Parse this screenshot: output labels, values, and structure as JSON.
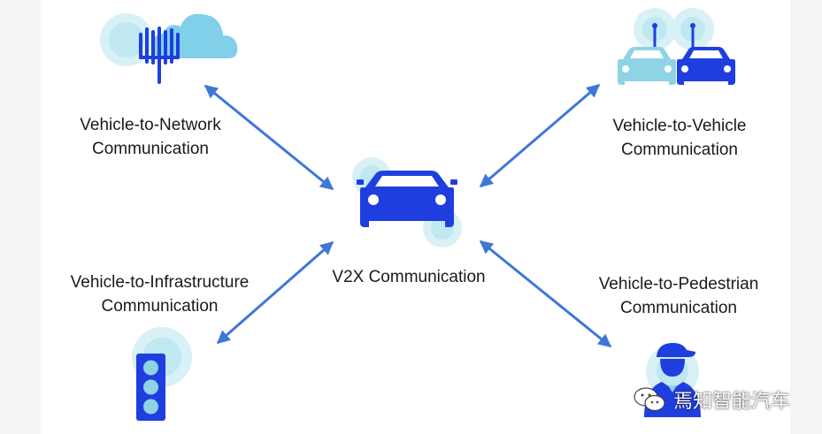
{
  "labels": {
    "v2n": [
      "Vehicle-to-Network",
      "Communication"
    ],
    "v2v": [
      "Vehicle-to-Vehicle",
      "Communication"
    ],
    "v2i": [
      "Vehicle-to-Infrastructure",
      "Communication"
    ],
    "v2p": [
      "Vehicle-to-Pedestrian",
      "Communication"
    ],
    "center": "V2X Communication"
  },
  "watermark": "焉知智能汽车",
  "colors": {
    "primary": "#1f3ee0",
    "light": "#8fd3e6",
    "glow": "#d8f1f6",
    "arrow": "#3e77d8",
    "cloud": "#7fd0e8"
  }
}
